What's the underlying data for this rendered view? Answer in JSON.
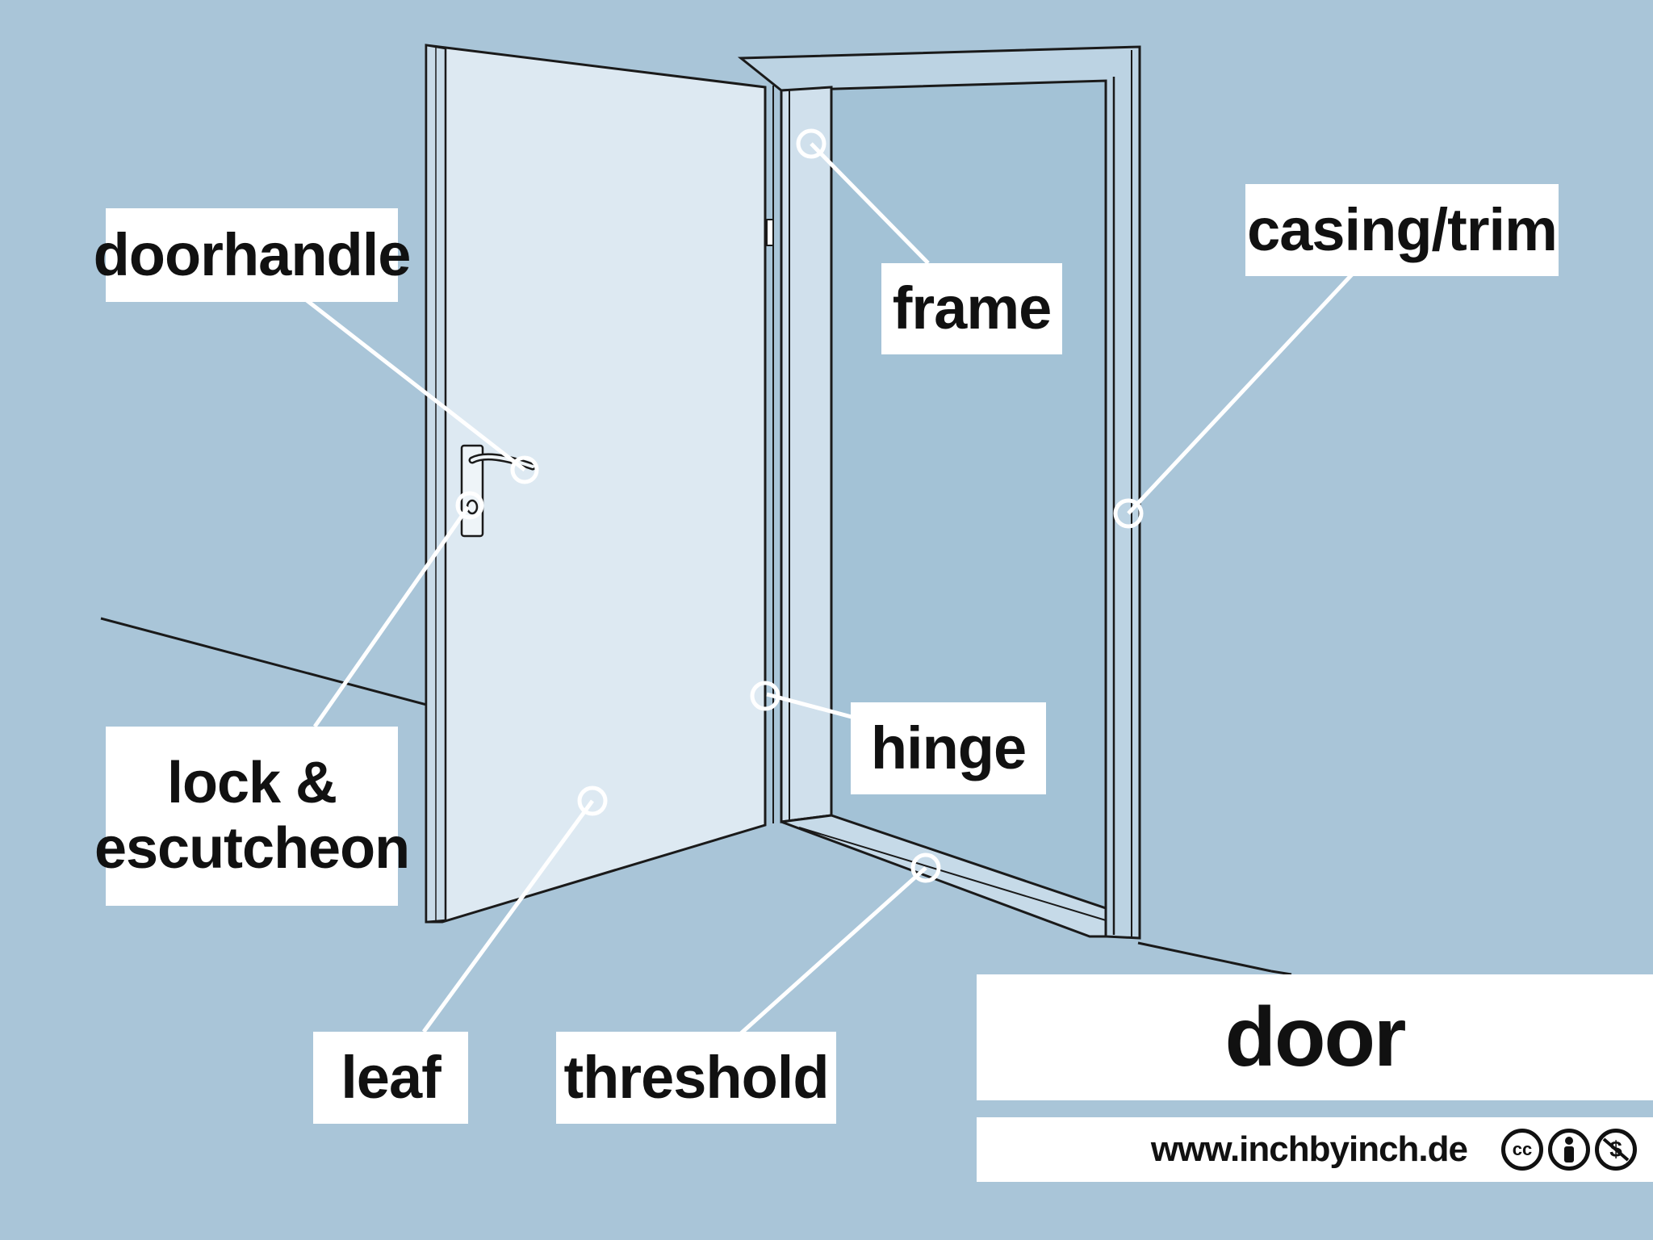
{
  "colors": {
    "background": "#a9c5d8",
    "door_leaf": "#dde9f2",
    "label_background": "#ffffff",
    "leader_line": "#ffffff",
    "ink": "#111111"
  },
  "labels": {
    "doorhandle": "doorhandle",
    "lock_escutcheon": "lock &\nescutcheon",
    "leaf": "leaf",
    "threshold": "threshold",
    "frame": "frame",
    "hinge": "hinge",
    "casing_trim": "casing/trim"
  },
  "title": "door",
  "credit": {
    "url": "www.inchbyinch.de",
    "license_icons": [
      "cc-icon",
      "by-person-icon",
      "noncommercial-icon"
    ]
  }
}
